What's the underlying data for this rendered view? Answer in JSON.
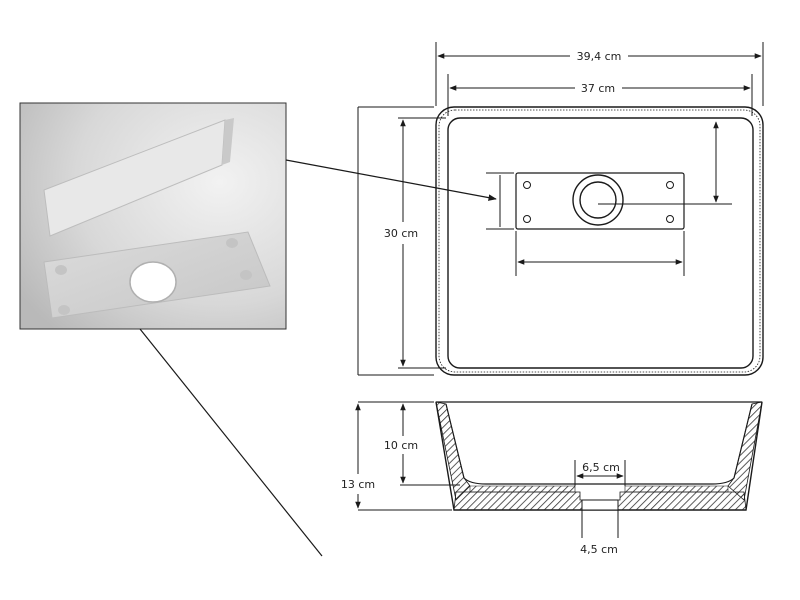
{
  "dimensions": {
    "outer_width": "39,4 cm",
    "inner_width": "37 cm",
    "depth": "30 cm",
    "bowl_depth": "10 cm",
    "total_height": "13 cm",
    "drain_top": "6,5 cm",
    "drain_bottom": "4,5 cm"
  },
  "colors": {
    "line": "#1a1a1a",
    "photo_bg": "#d9d9d9",
    "hatch": "#333333"
  }
}
